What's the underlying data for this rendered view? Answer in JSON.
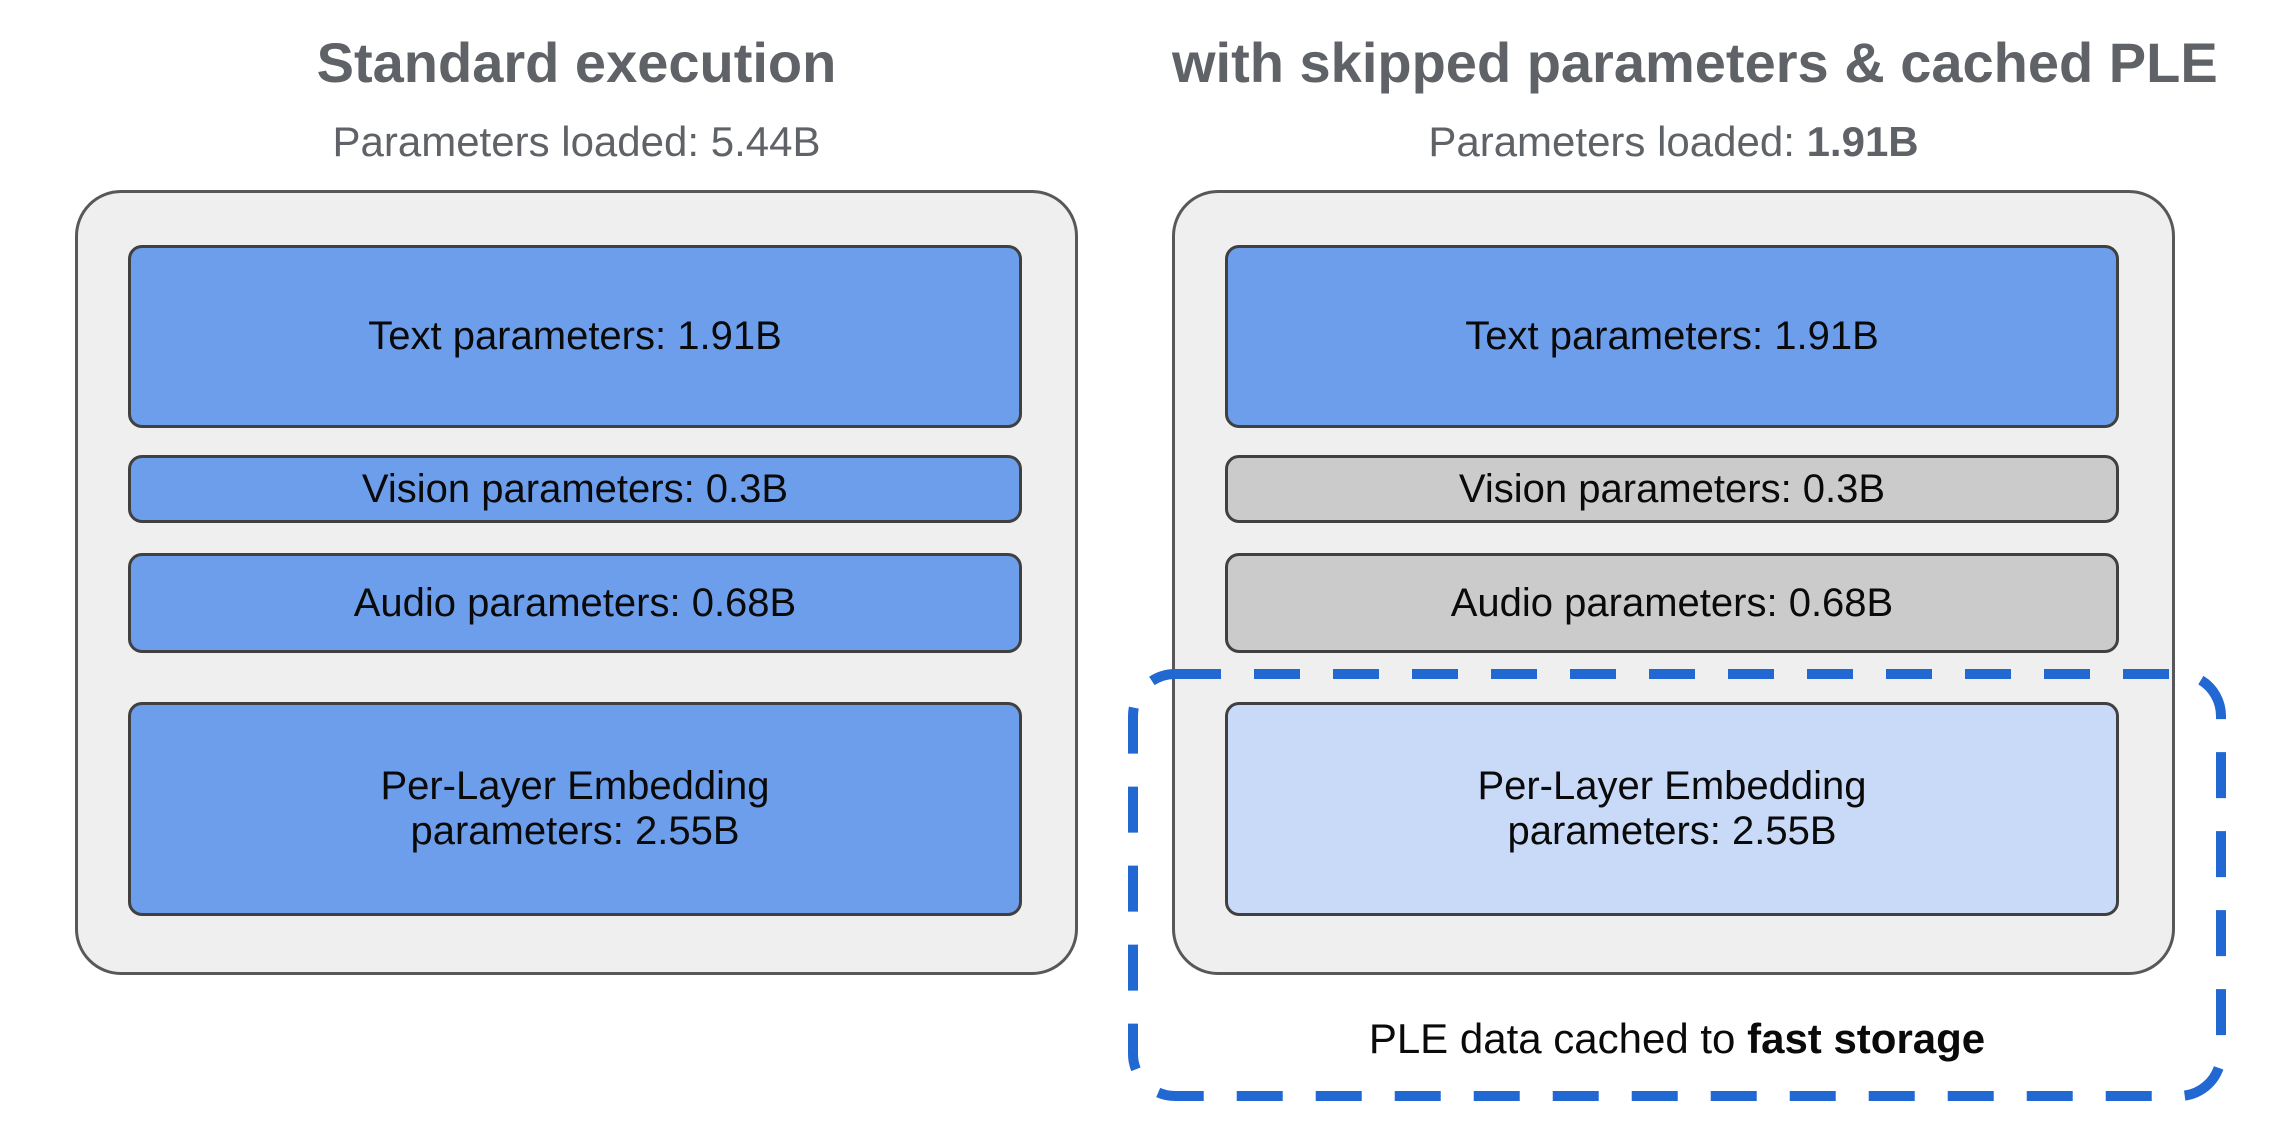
{
  "left_panel": {
    "title": "Standard execution",
    "params_loaded_label": "Parameters loaded: ",
    "params_loaded_value": "5.44B",
    "boxes": {
      "text": "Text parameters: 1.91B",
      "vision": "Vision parameters: 0.3B",
      "audio": "Audio parameters: 0.68B",
      "ple": "Per-Layer Embedding\nparameters: 2.55B"
    }
  },
  "right_panel": {
    "title": "with skipped parameters & cached PLE",
    "params_loaded_label": "Parameters loaded: ",
    "params_loaded_value": "1.91B",
    "boxes": {
      "text": "Text parameters: 1.91B",
      "vision": "Vision parameters: 0.3B",
      "audio": "Audio parameters: 0.68B",
      "ple": "Per-Layer Embedding\nparameters: 2.55B"
    },
    "caption_prefix": "PLE data cached to ",
    "caption_bold": "fast storage"
  },
  "colors": {
    "loaded_blue": "#6d9eeb",
    "skipped_gray": "#cbcbcb",
    "cached_light_blue": "#c9daf8",
    "container_fill": "#efefef",
    "container_border": "#58585a",
    "box_border": "#404040",
    "dashed_cache_blue": "#2268d2",
    "heading_gray": "#5f6368"
  }
}
